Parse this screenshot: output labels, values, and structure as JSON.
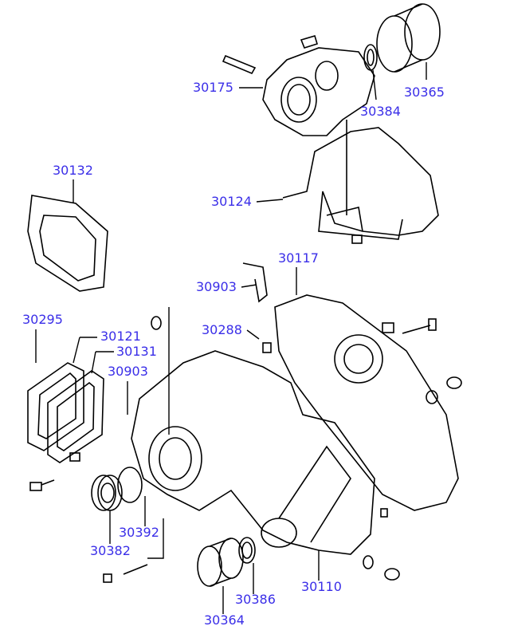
{
  "labels": {
    "p30175": "30175",
    "p30384": "30384",
    "p30365": "30365",
    "p30132": "30132",
    "p30124": "30124",
    "p30117": "30117",
    "p30903a": "30903",
    "p30295": "30295",
    "p30121": "30121",
    "p30131": "30131",
    "p30288": "30288",
    "p30903b": "30903",
    "p30392": "30392",
    "p30382": "30382",
    "p30110": "30110",
    "p30386": "30386",
    "p30364": "30364"
  },
  "label_color": "#3a2ee8"
}
